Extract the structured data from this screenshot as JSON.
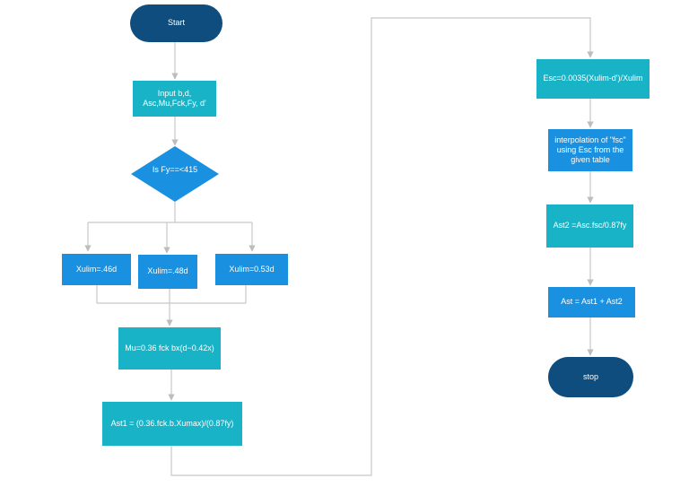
{
  "nodes": {
    "start": "Start",
    "input": "Input b,d, Asc,Mu,Fck,Fy, d'",
    "decision": "Is Fy==<415",
    "xulim1": "Xulim=.46d",
    "xulim2": "Xulim=.48d",
    "xulim3": "Xulim=0.53d",
    "mu": "Mu=0.36 fck bx(d−0.42x)",
    "ast1": "Ast1 = (0.36.fck.b.Xumax)/(0.87fy)",
    "esc": "Esc=0.0035(Xulim-d')/Xulim",
    "interp": "interpolation of \"fsc\" using Esc from the given table",
    "ast2": "Ast2 =Asc.fsc/0.87fy",
    "ast": "Ast = Ast1 + Ast2",
    "stop": "stop"
  },
  "colors": {
    "navy": "#0e4d7d",
    "teal": "#19b3c7",
    "blue": "#1a90e0",
    "connector": "#c8c8c8"
  }
}
